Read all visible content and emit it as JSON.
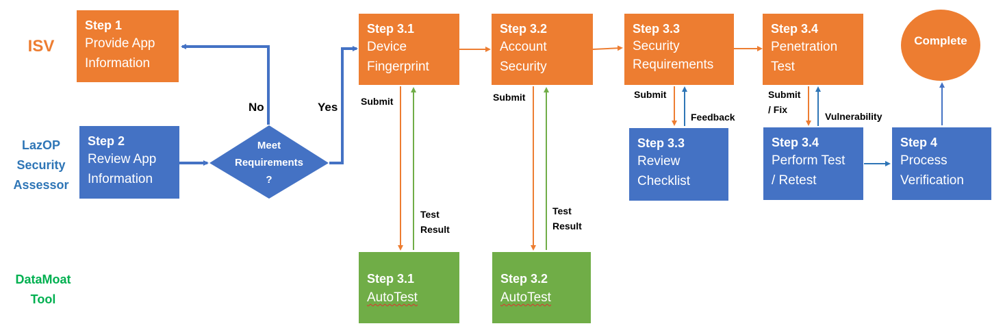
{
  "lanes": {
    "isv": "ISV",
    "lazop": [
      "LazOP",
      "Security",
      "Assessor"
    ],
    "datamoat": [
      "DataMoat",
      "Tool"
    ]
  },
  "colors": {
    "orange": "#ED7D31",
    "blue": "#4472C4",
    "green": "#70AD47",
    "lane_isv": "#ED7D31",
    "lane_lazop": "#2E75B6",
    "lane_datamoat": "#00B050"
  },
  "boxes": {
    "step1": {
      "title": "Step 1",
      "body": [
        "Provide App",
        "Information"
      ]
    },
    "step2": {
      "title": "Step 2",
      "body": [
        "Review App",
        "Information"
      ]
    },
    "step3_1": {
      "title": "Step 3.1",
      "body": [
        "Device",
        "Fingerprint"
      ]
    },
    "step3_2": {
      "title": "Step 3.2",
      "body": [
        "Account",
        "Security"
      ]
    },
    "step3_3": {
      "title": "Step 3.3",
      "body": [
        "Security",
        "Requirements"
      ]
    },
    "step3_4": {
      "title": "Step 3.4",
      "body": [
        "Penetration",
        "Test"
      ]
    },
    "complete": "Complete",
    "review3_3": {
      "title": "Step 3.3",
      "body": [
        "Review",
        "Checklist"
      ]
    },
    "perform3_4": {
      "title": "Step 3.4",
      "body": [
        "Perform Test",
        "/ Retest"
      ]
    },
    "step4": {
      "title": "Step 4",
      "body": [
        "Process",
        "Verification"
      ]
    },
    "auto3_1": {
      "title": "Step 3.1",
      "body": [
        "AutoTest"
      ]
    },
    "auto3_2": {
      "title": "Step 3.2",
      "body": [
        "AutoTest"
      ]
    }
  },
  "decision": [
    "Meet",
    "Requirements",
    "?"
  ],
  "labels": {
    "no": "No",
    "yes": "Yes",
    "submit_3_1": "Submit",
    "submit_3_2": "Submit",
    "submit_3_3": "Submit",
    "submit_fix": [
      "Submit",
      "/ Fix"
    ],
    "feedback": "Feedback",
    "vulnerability": "Vulnerability",
    "test_result_3_1": [
      "Test",
      "Result"
    ],
    "test_result_3_2": [
      "Test",
      "Result"
    ]
  }
}
